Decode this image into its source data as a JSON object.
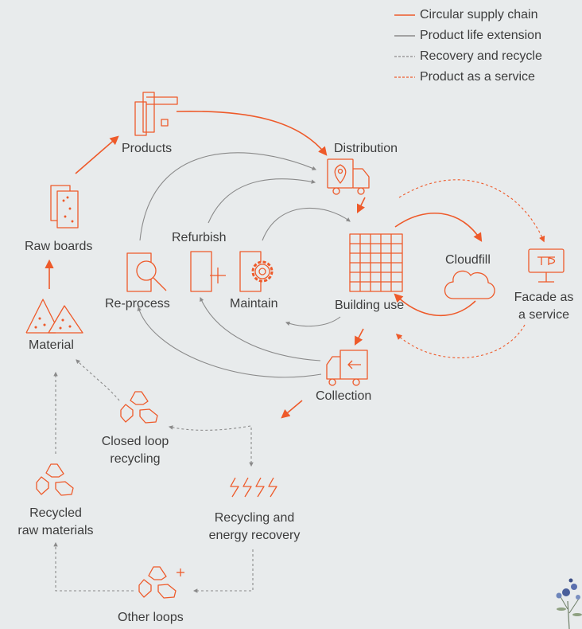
{
  "colors": {
    "orange": "#ee5a2a",
    "gray": "#8a8a8a",
    "text": "#3d3d3d",
    "background": "#e8ebec"
  },
  "legend": [
    {
      "label": "Circular supply chain",
      "color": "#ee5a2a",
      "style": "solid"
    },
    {
      "label": "Product life extension",
      "color": "#8a8a8a",
      "style": "solid"
    },
    {
      "label": "Recovery and recycle",
      "color": "#8a8a8a",
      "style": "dashed"
    },
    {
      "label": "Product as a service",
      "color": "#ee5a2a",
      "style": "dashed"
    }
  ],
  "nodes": {
    "products": {
      "label": "Products",
      "icon": "products-icon"
    },
    "distribution": {
      "label": "Distribution",
      "icon": "truck-location-icon"
    },
    "raw_boards": {
      "label": "Raw boards",
      "icon": "boards-icon"
    },
    "refurbish": {
      "label": "Refurbish",
      "icon": "panel-plus-icon"
    },
    "reprocess": {
      "label": "Re-process",
      "icon": "magnifier-icon"
    },
    "maintain": {
      "label": "Maintain",
      "icon": "gear-icon"
    },
    "building_use": {
      "label": "Building use",
      "icon": "grid-facade-icon"
    },
    "cloudfill": {
      "label": "Cloudfill",
      "icon": "cloud-icon"
    },
    "facade_service": {
      "label_line1": "Facade as",
      "label_line2": "a service",
      "icon": "monitor-icon"
    },
    "material": {
      "label": "Material",
      "icon": "material-piles-icon"
    },
    "collection": {
      "label": "Collection",
      "icon": "truck-return-icon"
    },
    "closed_loop": {
      "label_line1": "Closed loop",
      "label_line2": "recycling",
      "icon": "recycle-icon"
    },
    "recycled_raw": {
      "label_line1": "Recycled",
      "label_line2": "raw materials",
      "icon": "recycle-icon"
    },
    "recycling_energy": {
      "label_line1": "Recycling and",
      "label_line2": "energy recovery",
      "icon": "lightning-icon"
    },
    "other_loops": {
      "label": "Other loops",
      "icon": "recycle-plus-icon"
    }
  }
}
